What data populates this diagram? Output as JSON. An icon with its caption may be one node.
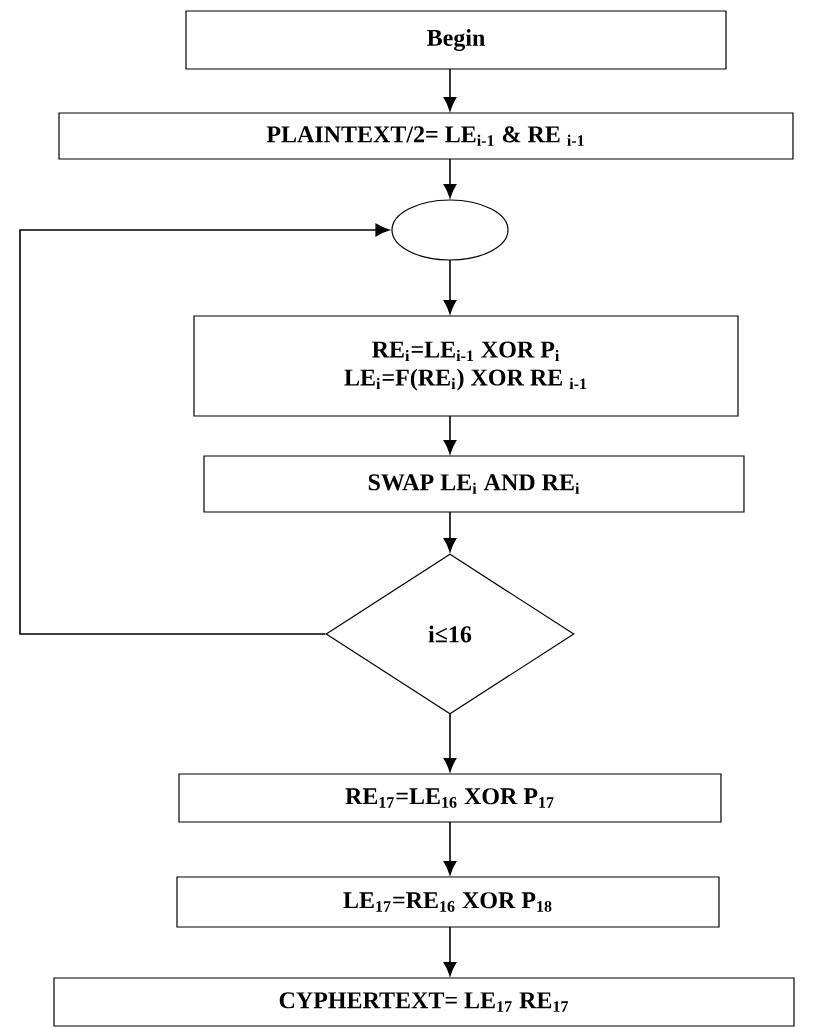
{
  "diagram": {
    "nodes": [
      {
        "text": [
          "Begin"
        ]
      },
      {
        "text": [
          "PLAINTEXT/2= LE$_{i-1}$ & RE $_{i-1}$"
        ]
      },
      {
        "text": [],
        "shape": "circle"
      },
      {
        "text": [
          "RE$_{i}$=LE$_{i-1}$ XOR P$_{i}$",
          "LE$_{i}$=F(RE$_{i}$) XOR RE $_{i-1}$"
        ]
      },
      {
        "text": [
          "SWAP LE$_{i}$ AND RE$_{i}$"
        ]
      },
      {
        "text": [
          "i≤16"
        ]
      },
      {
        "text": [
          "RE$_{17}$=LE$_{16}$ XOR P$_{17}$"
        ]
      },
      {
        "text": [
          "LE$_{17}$=RE$_{16}$ XOR P$_{18}$"
        ]
      },
      {
        "text": [
          "CYPHERTEXT= LE$_{17}$ RE$_{17}$"
        ]
      }
    ],
    "edges": [
      {
        "from": 0,
        "to": 1,
        "arrow": "to"
      },
      {
        "from": 1,
        "to": 2,
        "arrow": "to"
      },
      {
        "from": 2,
        "to": 3,
        "arrow": "to"
      },
      {
        "from": 3,
        "to": 4,
        "arrow": "to"
      },
      {
        "from": 4,
        "to": 5,
        "arrow": "to"
      },
      {
        "from": 5,
        "to": 2,
        "arrow": "to"
      },
      {
        "from": 5,
        "to": 6,
        "arrow": "to"
      },
      {
        "from": 6,
        "to": 7,
        "arrow": "to"
      },
      {
        "from": 7,
        "to": 8,
        "arrow": "to"
      }
    ]
  }
}
